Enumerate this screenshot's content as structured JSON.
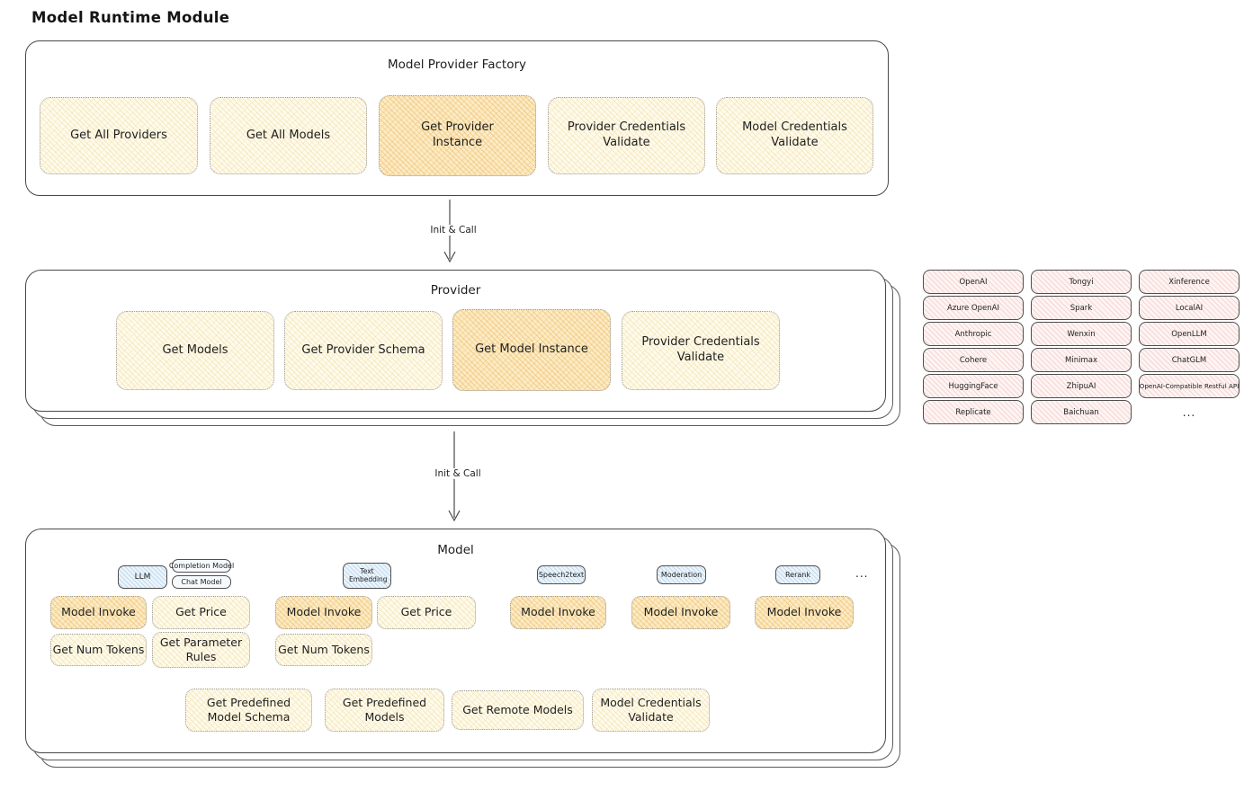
{
  "page": {
    "title": "Model Runtime Module"
  },
  "colors": {
    "box_yellow": "#fefaec",
    "box_yellow_hatch": "#eed996",
    "box_orange": "#fcebc4",
    "box_orange_hatch": "#ecba69",
    "chip_pink": "#fdf4f3",
    "chip_pink_hatch": "#e9a49e",
    "badge_blue": "#ecf4fb",
    "badge_blue_hatch": "#8cbce2",
    "container_border": "#484848",
    "dotted_border": "#9b9b9b",
    "text": "#1f1f1f"
  },
  "factory": {
    "title": "Model Provider Factory",
    "boxes": [
      {
        "label": "Get All Providers"
      },
      {
        "label": "Get All Models"
      },
      {
        "label": "Get Provider Instance"
      },
      {
        "label": "Provider Credentials Validate"
      },
      {
        "label": "Model Credentials Validate"
      }
    ]
  },
  "arrows": [
    {
      "label": "Init & Call"
    },
    {
      "label": "Init & Call"
    }
  ],
  "provider": {
    "title": "Provider",
    "boxes": [
      {
        "label": "Get Models"
      },
      {
        "label": "Get Provider Schema"
      },
      {
        "label": "Get Model Instance"
      },
      {
        "label": "Provider Credentials Validate"
      }
    ]
  },
  "providers_grid": {
    "rows": [
      {
        "c1": "OpenAI",
        "c2": "Tongyi",
        "c3": "Xinference"
      },
      {
        "c1": "Azure OpenAI",
        "c2": "Spark",
        "c3": "LocalAI"
      },
      {
        "c1": "Anthropic",
        "c2": "Wenxin",
        "c3": "OpenLLM"
      },
      {
        "c1": "Cohere",
        "c2": "Minimax",
        "c3": "ChatGLM"
      },
      {
        "c1": "HuggingFace",
        "c2": "ZhipuAI",
        "c3": "OpenAI-Compatible Restful API"
      },
      {
        "c1": "Replicate",
        "c2": "Baichuan",
        "c3": "..."
      }
    ]
  },
  "model": {
    "title": "Model",
    "badges": {
      "llm": "LLM",
      "completion": "Completion Model",
      "chat": "Chat Model",
      "embedding": "Text Embedding",
      "speech": "Speech2text",
      "moderation": "Moderation",
      "rerank": "Rerank",
      "ellipsis": "..."
    },
    "actions": {
      "llm_invoke": "Model Invoke",
      "llm_price": "Get Price",
      "llm_tokens": "Get Num Tokens",
      "llm_rules": "Get Parameter Rules",
      "emb_invoke": "Model Invoke",
      "emb_price": "Get Price",
      "emb_tokens": "Get Num Tokens",
      "speech_invoke": "Model Invoke",
      "mod_invoke": "Model Invoke",
      "rerank_invoke": "Model Invoke"
    },
    "bottom": [
      {
        "label": "Get Predefined Model Schema"
      },
      {
        "label": "Get Predefined Models"
      },
      {
        "label": "Get Remote Models"
      },
      {
        "label": "Model Credentials Validate"
      }
    ]
  }
}
